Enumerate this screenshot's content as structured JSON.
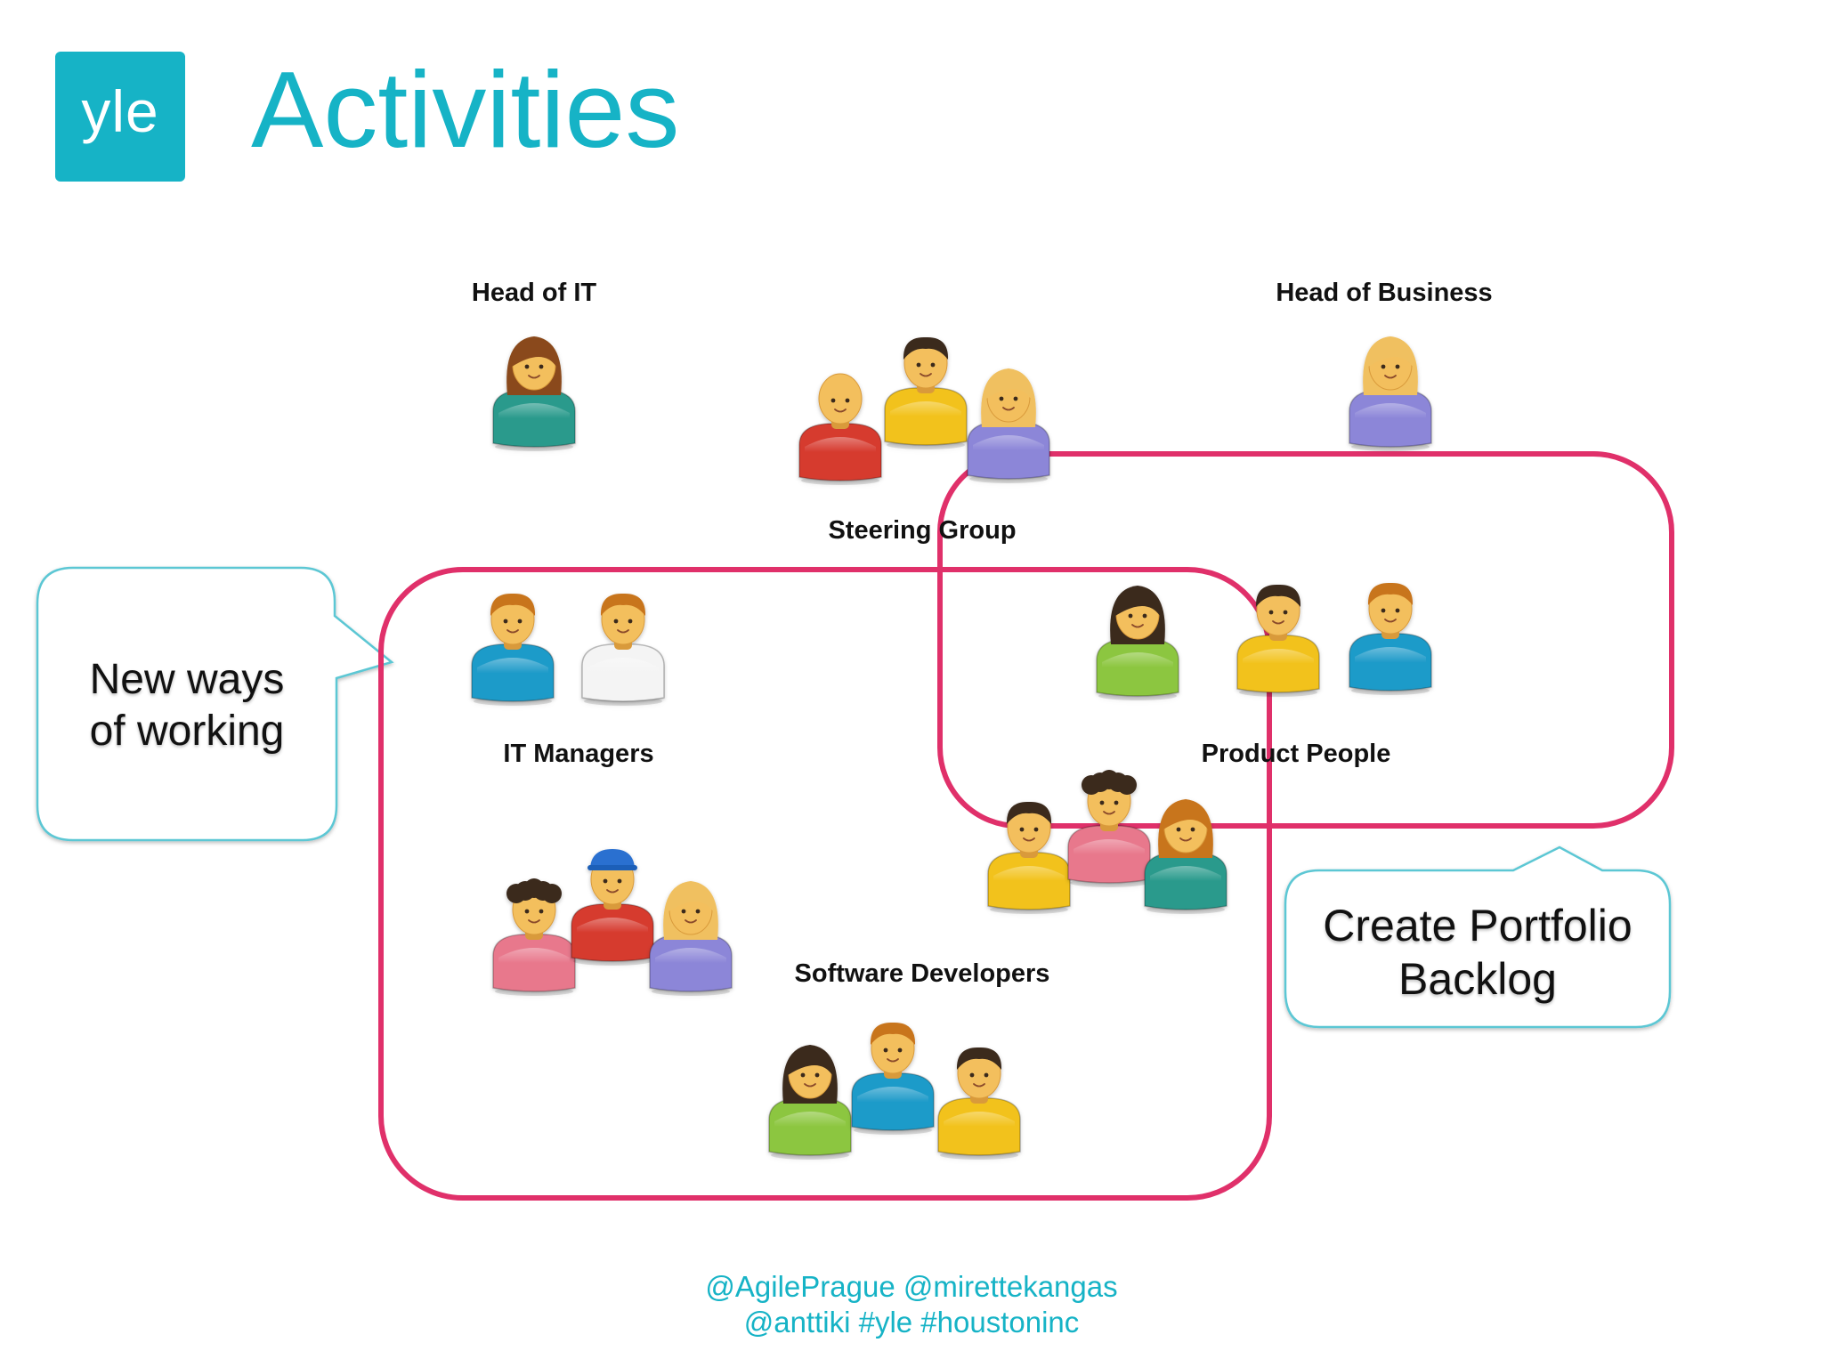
{
  "header": {
    "logo_text": "yle",
    "title": "Activities"
  },
  "groups": {
    "head_of_it": "Head of IT",
    "head_of_business": "Head of Business",
    "steering_group": "Steering Group",
    "it_managers": "IT Managers",
    "product_people": "Product People",
    "software_developers": "Software Developers"
  },
  "callouts": {
    "new_ways": [
      "New ways",
      "of working"
    ],
    "portfolio": [
      "Create Portfolio",
      "Backlog"
    ]
  },
  "footer": {
    "line1": "@AgilePrague @mirettekangas",
    "line2": "@anttiki #yle #houstoninc"
  },
  "colors": {
    "brand": "#16b3c6",
    "highlight": "#e0306a",
    "callout_border": "#5cc7d4"
  }
}
